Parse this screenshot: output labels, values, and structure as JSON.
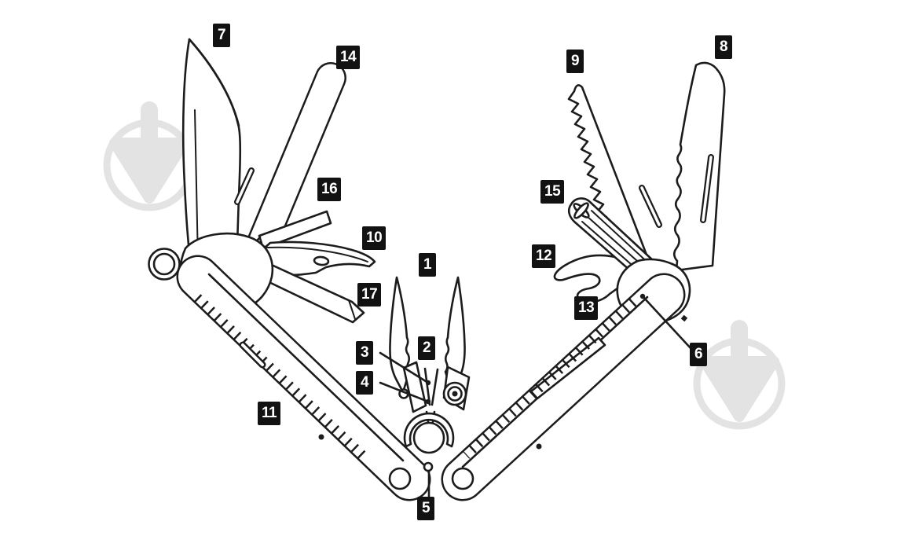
{
  "figure": {
    "description": "Line-art diagram of a folding multitool shown open, pliers up, with all fold-out tools fanned from both handles and numbered callouts",
    "callout_count": "17"
  },
  "colors": {
    "background": "#ffffff",
    "line": "#1c1c1c",
    "label_bg": "#121212",
    "label_text": "#ffffff",
    "watermark": "#e3e3e3"
  },
  "watermark": {
    "icon": "plumb-bob-in-circle-logo"
  },
  "callouts": {
    "c1": "1",
    "c2": "2",
    "c3": "3",
    "c4": "4",
    "c5": "5",
    "c6": "6",
    "c7": "7",
    "c8": "8",
    "c9": "9",
    "c10": "10",
    "c11": "11",
    "c12": "12",
    "c13": "13",
    "c14": "14",
    "c15": "15",
    "c16": "16",
    "c17": "17"
  }
}
